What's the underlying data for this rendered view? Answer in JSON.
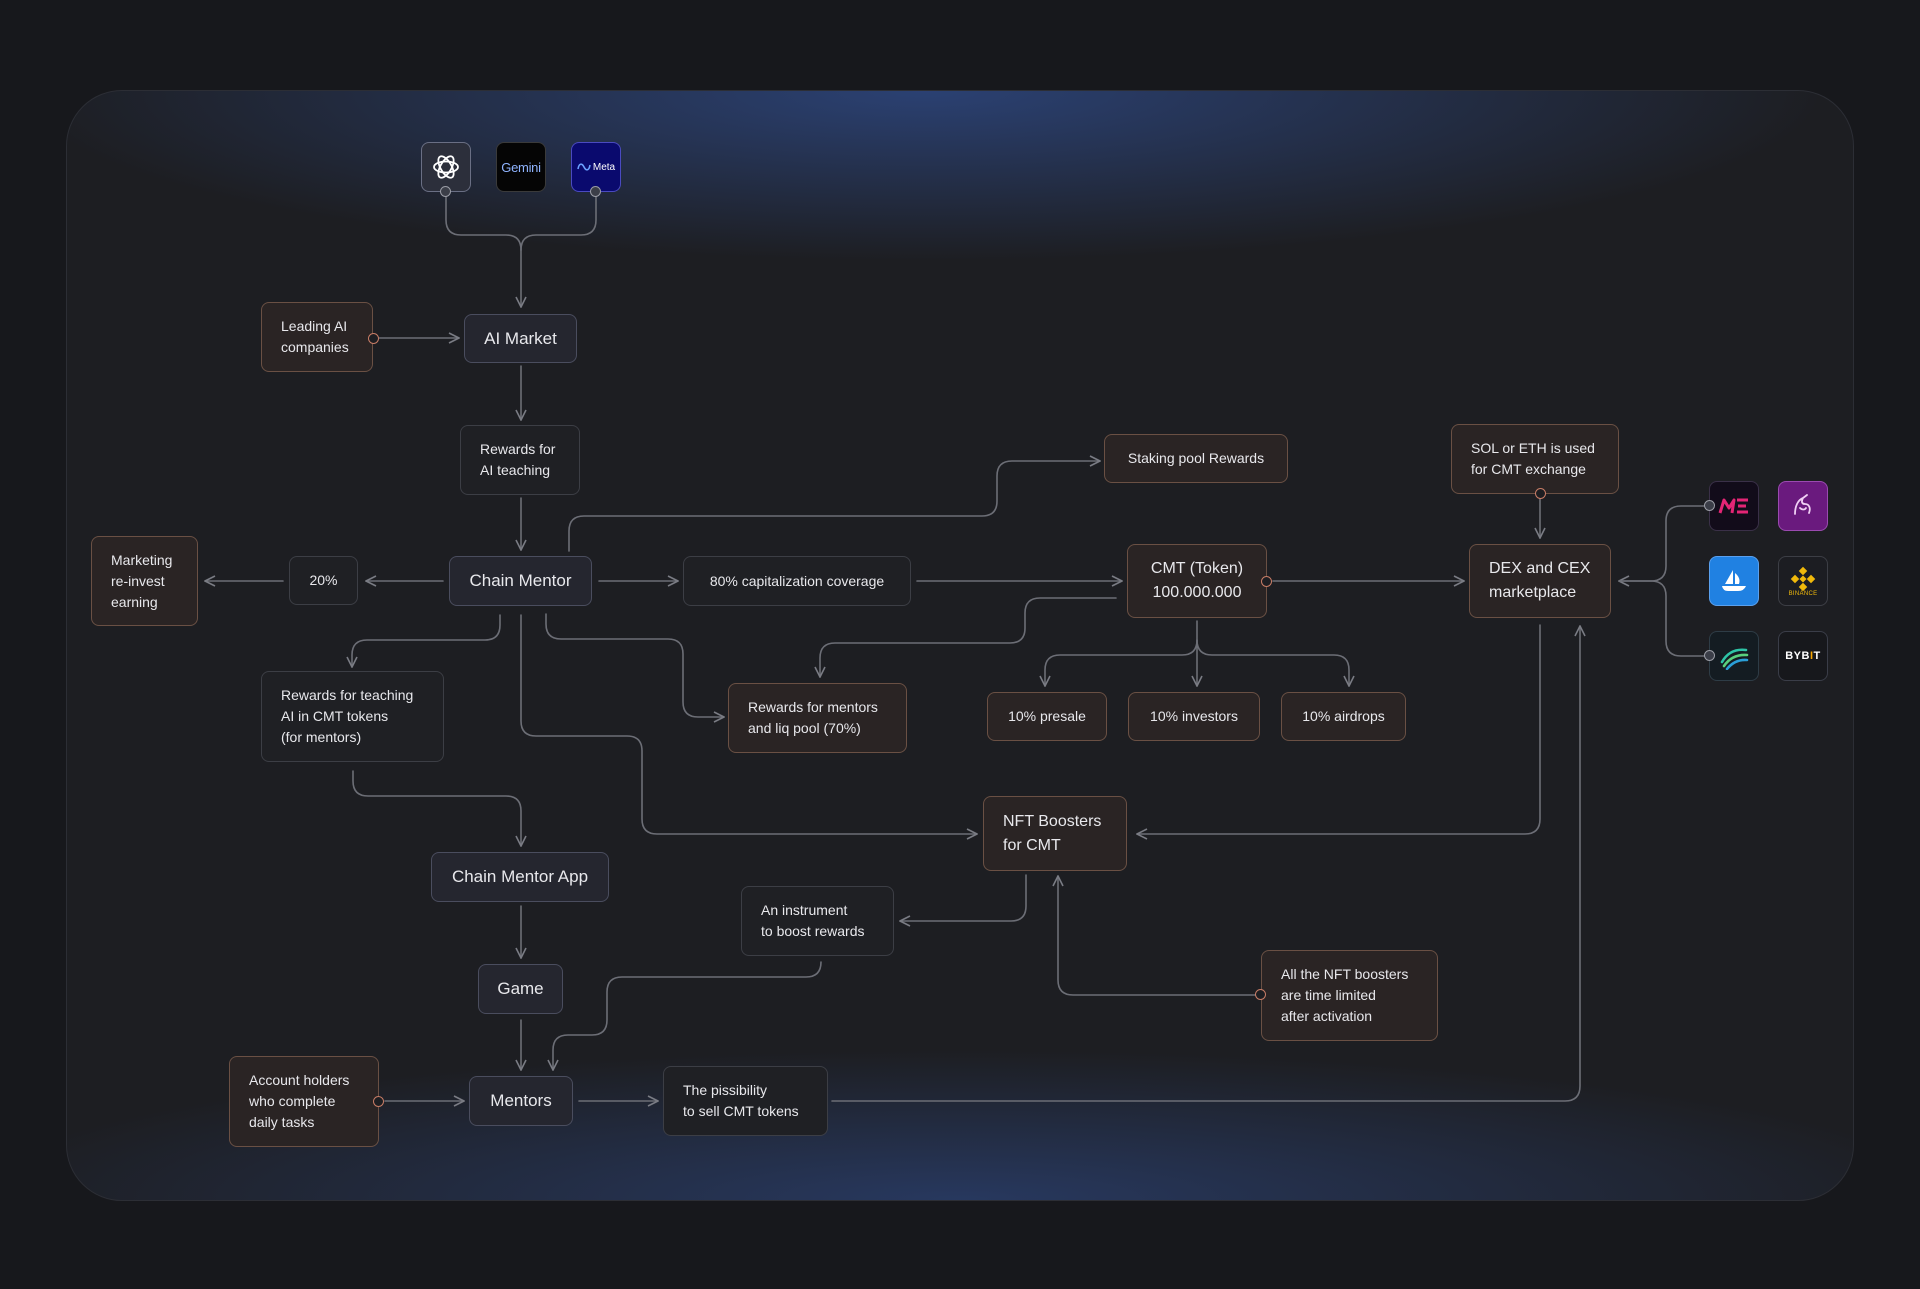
{
  "ai_logos": [
    "openai-logo",
    "gemini-logo",
    "meta-logo"
  ],
  "ai_logo_text": {
    "gemini": "Gemini",
    "meta": "Meta"
  },
  "exchange_logos": [
    "magic-eden-logo",
    "uniswap-logo",
    "opensea-logo",
    "binance-logo",
    "orca-logo",
    "bybit-logo"
  ],
  "exchange_logo_text": {
    "binance": "BINANCE",
    "bybit_a": "BYB",
    "bybit_b": "I",
    "bybit_c": "T"
  },
  "nodes": {
    "leading_ai": "Leading AI\ncompanies",
    "ai_market": "AI Market",
    "rewards_ai_teaching": "Rewards for\nAI teaching",
    "marketing": "Marketing\nre-invest\nearning",
    "twenty_pct": "20%",
    "chain_mentor": "Chain Mentor",
    "capitalization": "80% capitalization coverage",
    "staking": "Staking pool Rewards",
    "cmt_token": "CMT (Token)\n100.000.000",
    "sol_eth": "SOL or ETH is used\nfor CMT exchange",
    "dex_cex": "DEX and CEX\nmarketplace",
    "rewards_cmt_mentors": "Rewards for teaching\nAI in CMT tokens\n(for mentors)",
    "rewards_mentors_liq": "Rewards for mentors\nand liq pool (70%)",
    "presale": "10% presale",
    "investors": "10% investors",
    "airdrops": "10% airdrops",
    "nft_boosters": "NFT Boosters\nfor CMT",
    "chain_mentor_app": "Chain Mentor App",
    "instrument": "An instrument\nto boost rewards",
    "game": "Game",
    "nft_time_limited": "All the NFT boosters\nare time limited\nafter activation",
    "account_holders": "Account holders\nwho complete\ndaily tasks",
    "mentors": "Mentors",
    "sell_cmt": "The pissibility\nto sell CMT tokens"
  },
  "colors": {
    "background": "#17181c",
    "panel": "#1d1e22",
    "wire": "#6c6e76",
    "accent_dot": "#c77c66",
    "node_warm_border": "#6a5044"
  }
}
